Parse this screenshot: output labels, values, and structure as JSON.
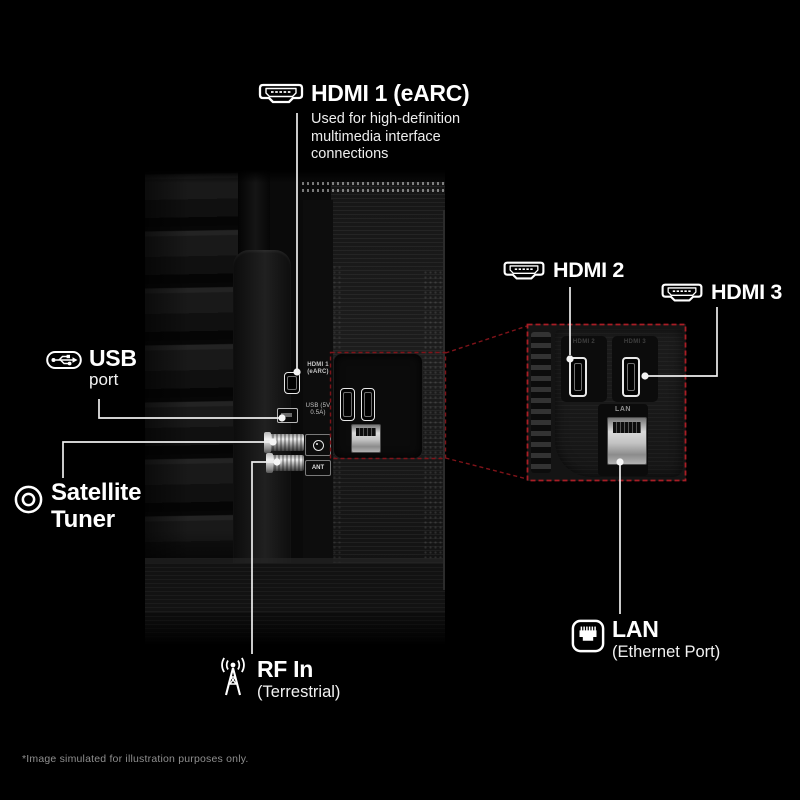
{
  "callouts": {
    "hdmi1": {
      "icon": "hdmi-icon",
      "title": "HDMI 1 (eARC)",
      "description": "Used for high-definition multimedia interface connections"
    },
    "hdmi2": {
      "icon": "hdmi-icon",
      "title": "HDMI 2"
    },
    "hdmi3": {
      "icon": "hdmi-icon",
      "title": "HDMI 3"
    },
    "usb": {
      "icon": "usb-icon",
      "title": "USB",
      "subtitle": "port"
    },
    "satellite": {
      "icon": "satellite-tuner-icon",
      "title": "Satellite Tuner"
    },
    "rf": {
      "icon": "antenna-icon",
      "title": "RF In",
      "subtitle": "(Terrestrial)"
    },
    "lan": {
      "icon": "ethernet-icon",
      "title": "LAN",
      "subtitle": "(Ethernet Port)"
    }
  },
  "tv_port_strip": {
    "hdmi_label": "HDMI 1 (eARC)",
    "usb_label": "USB (5V 0.5A)",
    "ant_label": "ANT"
  },
  "zoom_panel": {
    "hdmi2_emboss": "HDMI 2",
    "hdmi3_emboss": "HDMI 3",
    "lan_label": "LAN"
  },
  "footnote": "*Image simulated for illustration purposes only.",
  "colors": {
    "background": "#000000",
    "callout_line": "#ededed",
    "red_dashed_bright": "#a81d25",
    "red_dashed_dark": "#7f1319",
    "text_primary": "#ffffff",
    "text_secondary": "#ededed",
    "footnote_gray": "#8f8f8f"
  }
}
